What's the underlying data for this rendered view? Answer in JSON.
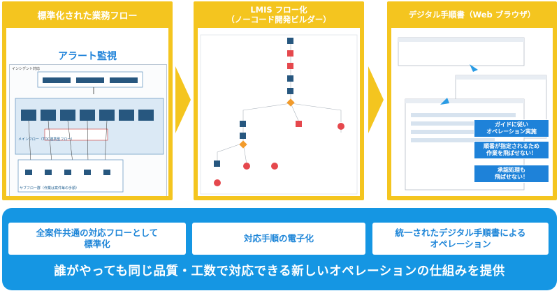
{
  "panels": [
    {
      "title": "標準化された業務フロー",
      "screen": {
        "title": "アラート監視",
        "box_title": "インシデント対応",
        "main_flow_label": "メインフロー（TOC連携型フロー）",
        "sub_flow_label": "サブフロー群（作業は案件毎の手順）"
      }
    },
    {
      "title_line1": "LMIS フロー化",
      "title_line2": "（ノーコード開発ビルダー）"
    },
    {
      "title": "デジタル手順書（Web ブラウザ）",
      "callouts": [
        {
          "line1": "ガイドに従い",
          "line2": "オペレーション実施"
        },
        {
          "line1": "順番が指定されるため",
          "line2": "作業を飛ばせない！"
        },
        {
          "line1": "承認処理も",
          "line2": "飛ばせない！"
        }
      ]
    }
  ],
  "points": [
    {
      "line1": "全案件共通の対応フローとして",
      "line2": "標準化"
    },
    {
      "line1": "対応手順の電子化",
      "line2": ""
    },
    {
      "line1": "統一されたデジタル手順書による",
      "line2": "オペレーション"
    }
  ],
  "tagline": "誰がやっても同じ品質・工数で対応できる新しいオペレーションの仕組みを提供",
  "colors": {
    "accent_yellow": "#f4c51f",
    "accent_blue": "#1596e3"
  }
}
